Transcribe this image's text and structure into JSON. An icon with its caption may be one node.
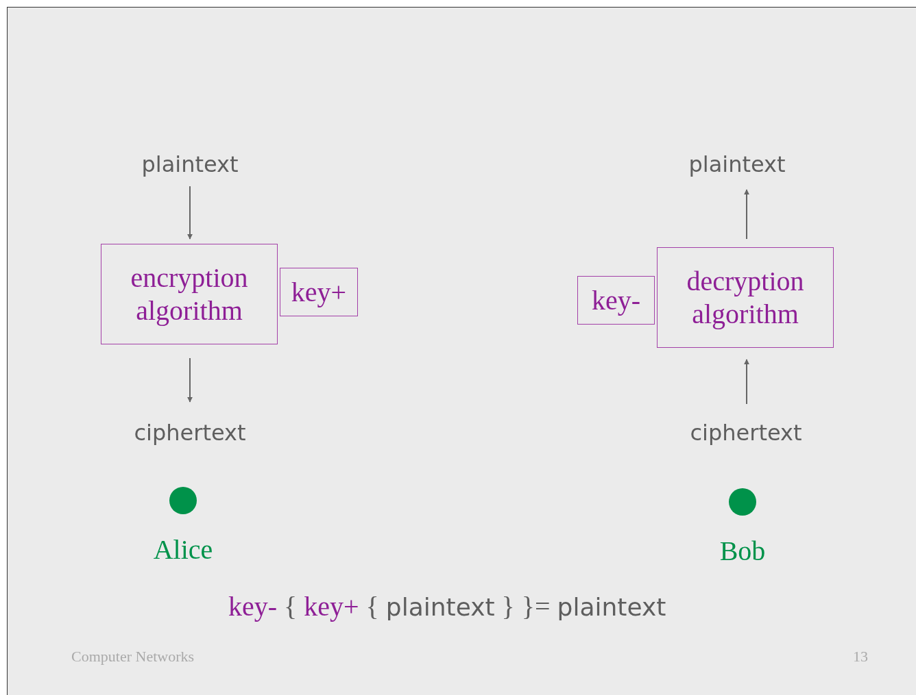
{
  "diagram": {
    "nodes": [
      {
        "text": [
          "plaintext"
        ]
      },
      {
        "text": [
          "encryption algorithm"
        ]
      },
      {
        "text": [
          "key+"
        ]
      },
      {
        "text": [
          "ciphertext"
        ]
      },
      {
        "text": [
          "Alice"
        ]
      },
      {
        "text": [
          "plaintext"
        ]
      },
      {
        "text": [
          "key-"
        ]
      },
      {
        "text": [
          "decryption algorithm"
        ]
      },
      {
        "text": [
          "ciphertext"
        ]
      },
      {
        "text": [
          "Bob"
        ]
      }
    ],
    "edges": [
      {
        "from": 0,
        "to": 1,
        "arrow": "to"
      },
      {
        "from": 1,
        "to": 3,
        "arrow": "to"
      },
      {
        "from": 7,
        "to": 5,
        "arrow": "to"
      },
      {
        "from": 8,
        "to": 7,
        "arrow": "to"
      }
    ],
    "labels": [
      "key-",
      "{",
      "key+",
      "{",
      "plaintext",
      "}",
      "}=",
      "plaintext",
      "Computer Networks",
      "13"
    ]
  }
}
